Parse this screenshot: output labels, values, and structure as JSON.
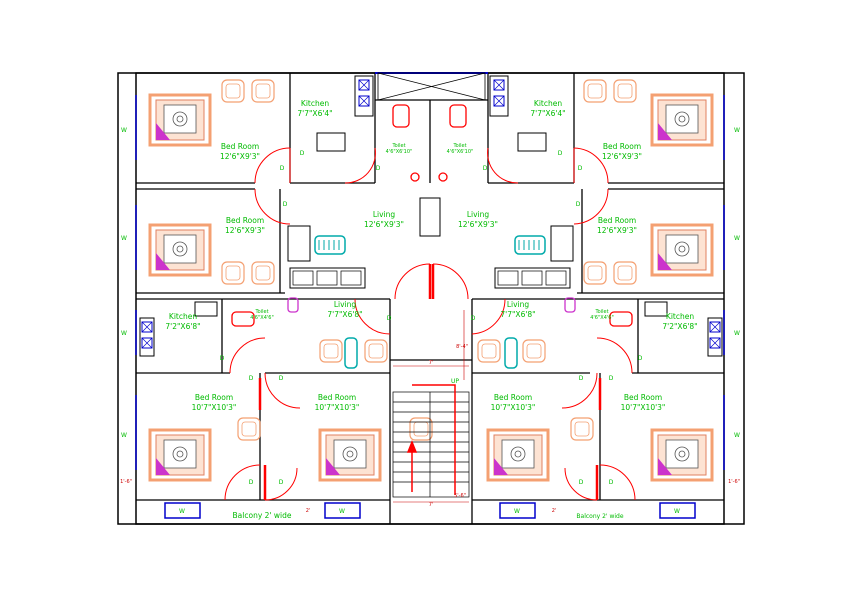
{
  "colors": {
    "wall": "#000000",
    "label": "#00bb00",
    "door": "#ff0000",
    "window": "#0000cc",
    "furniture": "#f4a072",
    "bedspread": "#cc33cc",
    "fixture": "#ff0000",
    "dim": "#cc0000",
    "table": "#00aaaa"
  },
  "rooms": {
    "kitchen_left": {
      "name": "Kitchen",
      "size": "7'7\"X6'4\""
    },
    "kitchen_right": {
      "name": "Kitchen",
      "size": "7'7\"X6'4\""
    },
    "bed_tl": {
      "name": "Bed Room",
      "size": "12'6\"X9'3\""
    },
    "bed_tr": {
      "name": "Bed Room",
      "size": "12'6\"X9'3\""
    },
    "bed_ml": {
      "name": "Bed Room",
      "size": "12'6\"X9'3\""
    },
    "bed_mr": {
      "name": "Bed Room",
      "size": "12'6\"X9'3\""
    },
    "living_left": {
      "name": "Living",
      "size": "12'6\"X9'3\""
    },
    "living_right": {
      "name": "Living",
      "size": "12'6\"X9'3\""
    },
    "kitchen2_left": {
      "name": "Kitchen",
      "size": "7'2\"X6'8\""
    },
    "kitchen2_right": {
      "name": "Kitchen",
      "size": "7'2\"X6'8\""
    },
    "living2_left": {
      "name": "Living",
      "size": "7'7\"X6'8\""
    },
    "living2_right": {
      "name": "Living",
      "size": "7'7\"X6'8\""
    },
    "bed_b1": {
      "name": "Bed Room",
      "size": "10'7\"X10'3\""
    },
    "bed_b2": {
      "name": "Bed Room",
      "size": "10'7\"X10'3\""
    },
    "bed_b3": {
      "name": "Bed Room",
      "size": "10'7\"X10'3\""
    },
    "bed_b4": {
      "name": "Bed Room",
      "size": "10'7\"X10'3\""
    },
    "toilet_top_left": {
      "name": "Toilet",
      "size": "4'6\"X6'10\""
    },
    "toilet_top_right": {
      "name": "Toilet",
      "size": "4'6\"X6'10\""
    },
    "toilet_mid_left": {
      "name": "Toilet",
      "size": "4'6\"X4'6\""
    },
    "toilet_mid_right": {
      "name": "Toilet",
      "size": "4'6\"X4'6\""
    }
  },
  "balcony_left": "Balcony  2' wide",
  "balcony_right": "Balcony 2' wide",
  "stair_up": "UP",
  "door_tag": "D",
  "window_tag": "W",
  "dims": {
    "stair_width_top": "7'",
    "stair_width_bottom": "7'",
    "landing": "8'-4\"",
    "stair_side": "5'-6\"",
    "balcony_gap_left": "2'",
    "balcony_gap_right": "2'",
    "edge_left": "1'-6\"",
    "edge_right": "1'-6\""
  }
}
